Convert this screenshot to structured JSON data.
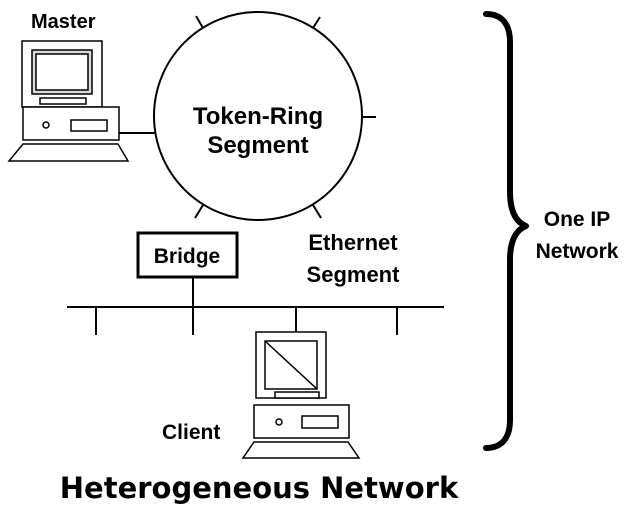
{
  "diagram": {
    "title": "Heterogeneous Network",
    "labels": {
      "master": "Master",
      "token_ring_line1": "Token-Ring",
      "token_ring_line2": "Segment",
      "bridge": "Bridge",
      "ethernet_line1": "Ethernet",
      "ethernet_line2": "Segment",
      "client": "Client",
      "network_line1": "One IP",
      "network_line2": "Network"
    }
  }
}
